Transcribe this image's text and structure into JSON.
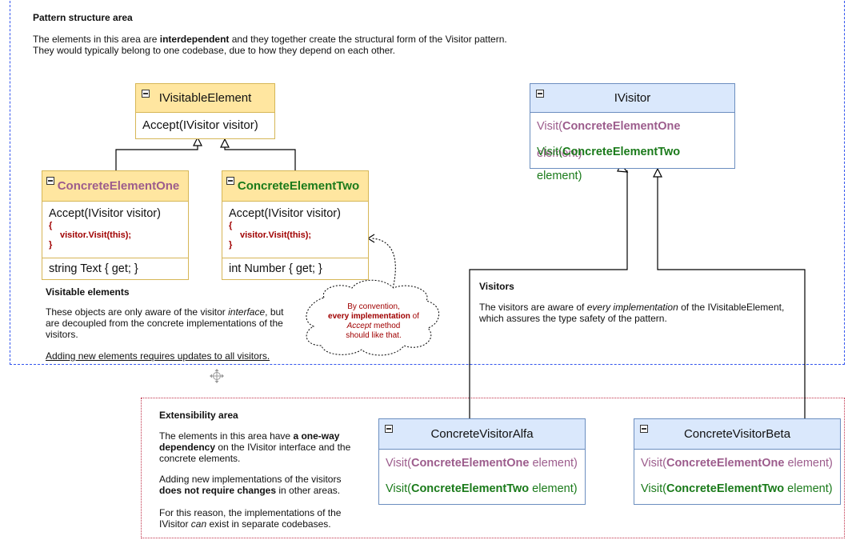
{
  "pattern_area": {
    "title": "Pattern structure area",
    "line1_pre": "The elements in this area are ",
    "line1_bold": "interdependent",
    "line1_post": " and they together create the structural form of the Visitor pattern.",
    "line2": "They would typically belong to one codebase, due to how they depend on each other."
  },
  "ivisitable": {
    "name": "IVisitableElement",
    "method": "Accept(IVisitor visitor)"
  },
  "element_one": {
    "name": "ConcreteElementOne",
    "method": "Accept(IVisitor visitor)",
    "brace_open": "{",
    "call": "visitor.Visit(this);",
    "brace_close": "}",
    "property": "string Text { get; }"
  },
  "element_two": {
    "name": "ConcreteElementTwo",
    "method": "Accept(IVisitor visitor)",
    "brace_open": "{",
    "call": "visitor.Visit(this);",
    "brace_close": "}",
    "property": "int Number { get; }"
  },
  "ivisitor": {
    "name": "IVisitor",
    "m1_pre": "Visit(",
    "m1_bold": "ConcreteElementOne",
    "m1_post": " element)",
    "m2_pre": "Visit(",
    "m2_bold": "ConcreteElementTwo",
    "m2_post": " element)"
  },
  "visitable_note": {
    "title": "Visitable elements",
    "p1_pre": "These objects are only aware of the visitor ",
    "p1_ital": "interface",
    "p1_post": ", but are decoupled from the concrete implementations of the visitors.",
    "p2": "Adding new elements requires updates to all visitors."
  },
  "cloud": {
    "l1": "By convention,",
    "l2_bold": "every implementation",
    "l2_post": " of",
    "l3_ital": "Accept",
    "l3_post": " method",
    "l4": "should like that."
  },
  "visitors_note": {
    "title": "Visitors",
    "p1_pre": "The visitors are aware of ",
    "p1_ital": "every implementation",
    "p1_post": " of the IVisitableElement, which assures the type safety of the pattern."
  },
  "ext_area": {
    "title": "Extensibility area",
    "p1_pre": "The elements in this area have ",
    "p1_bold": "a one-way dependency",
    "p1_post": " on the IVisitor interface and the concrete elements.",
    "p2_pre": "Adding new implementations of the visitors ",
    "p2_bold": "does not require changes",
    "p2_post": " in other areas.",
    "p3_pre": "For this reason, the implementations of the IVisitor ",
    "p3_ital": "can",
    "p3_post": " exist in separate codebases."
  },
  "visitor_alfa": {
    "name": "ConcreteVisitorAlfa",
    "m1_pre": "Visit(",
    "m1_bold": "ConcreteElementOne",
    "m1_post": " element)",
    "m2_pre": "Visit(",
    "m2_bold": "ConcreteElementTwo",
    "m2_post": " element)"
  },
  "visitor_beta": {
    "name": "ConcreteVisitorBeta",
    "m1_pre": "Visit(",
    "m1_bold": "ConcreteElementOne",
    "m1_post": " element)",
    "m2_pre": "Visit(",
    "m2_bold": "ConcreteElementTwo",
    "m2_post": " element)"
  },
  "colors": {
    "pattern_border": "#3355ee",
    "ext_border": "#c0304a",
    "element_one_text": "#9c5c8c",
    "element_two_text": "#1a7a1a",
    "code_text": "#a00000"
  },
  "icons": {
    "collapse": "minus-box-icon",
    "move": "move-cross-icon"
  }
}
